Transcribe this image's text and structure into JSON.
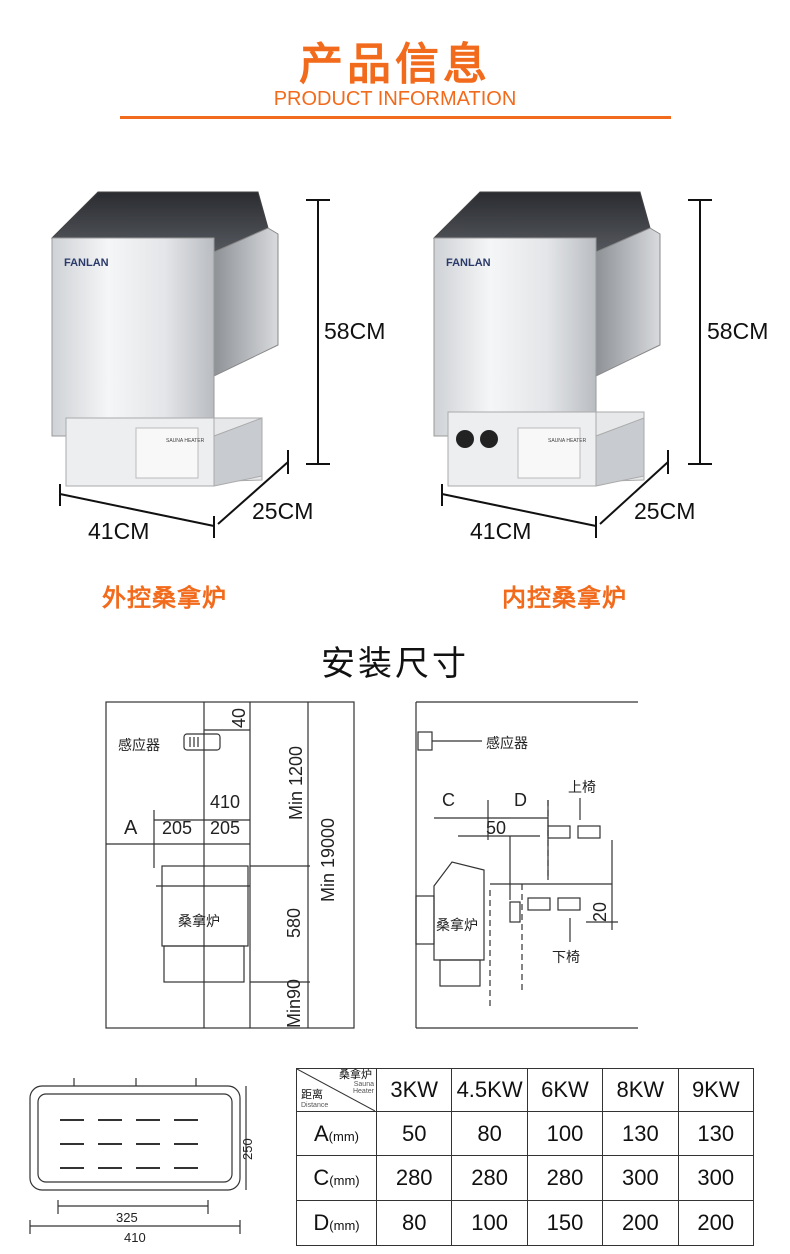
{
  "header": {
    "title_cn": "产品信息",
    "title_en": "PRODUCT INFORMATION",
    "accent_color": "#f26a1b"
  },
  "products": [
    {
      "brand": "FANLAN",
      "height": "58CM",
      "width": "41CM",
      "depth": "25CM",
      "name": "外控桑拿炉",
      "panel_label": "SAUNA HEATER"
    },
    {
      "brand": "FANLAN",
      "height": "58CM",
      "width": "41CM",
      "depth": "25CM",
      "name": "内控桑拿炉",
      "panel_label": "SAUNA HEATER"
    }
  ],
  "install": {
    "title": "安装尺寸",
    "left": {
      "sensor_label": "感应器",
      "d40": "40",
      "min1200": "Min 1200",
      "d410": "410",
      "a_label": "A",
      "d205a": "205",
      "d205b": "205",
      "min19000": "Min 19000",
      "heater_label": "桑拿炉",
      "d580": "580",
      "min90": "Min90"
    },
    "right": {
      "sensor_label": "感应器",
      "c_label": "C",
      "d_label": "D",
      "upper_bench": "上椅",
      "d50": "50",
      "heater_label": "桑拿炉",
      "d20": "20",
      "lower_bench": "下椅"
    },
    "top_view": {
      "d250": "250",
      "d325": "325",
      "d410": "410"
    }
  },
  "table": {
    "corner_top_cn": "桑拿炉",
    "corner_top_en": "Sauna Heater",
    "corner_bottom_cn": "距离",
    "corner_bottom_en": "Distance",
    "columns": [
      "3KW",
      "4.5KW",
      "6KW",
      "8KW",
      "9KW"
    ],
    "rows": [
      {
        "label": "A",
        "unit": "(mm)",
        "values": [
          "50",
          "80",
          "100",
          "130",
          "130"
        ]
      },
      {
        "label": "C",
        "unit": "(mm)",
        "values": [
          "280",
          "280",
          "280",
          "300",
          "300"
        ]
      },
      {
        "label": "D",
        "unit": "(mm)",
        "values": [
          "80",
          "100",
          "150",
          "200",
          "200"
        ]
      }
    ]
  }
}
